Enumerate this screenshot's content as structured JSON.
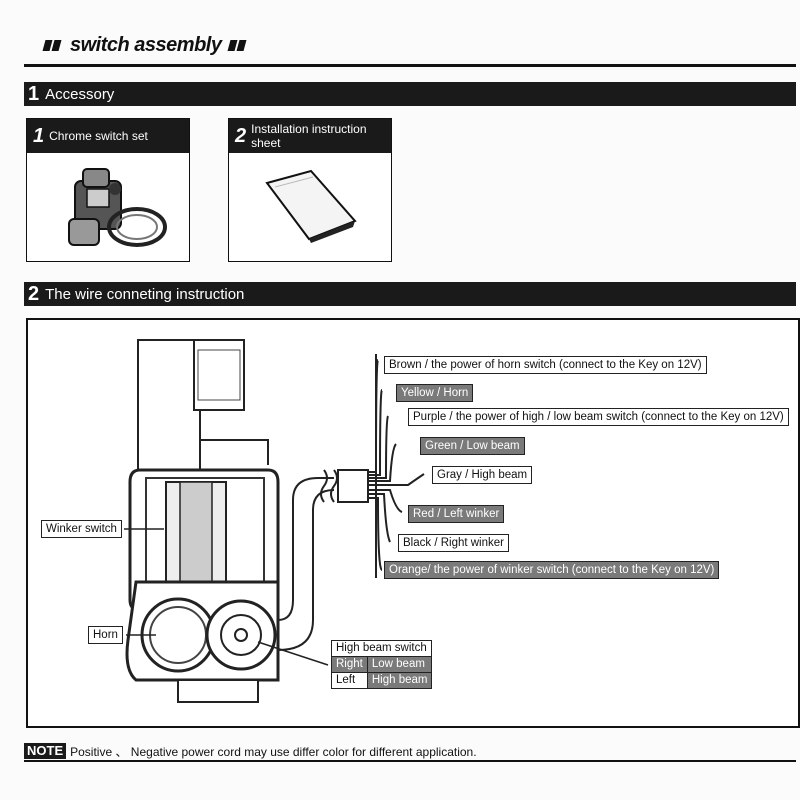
{
  "header": {
    "title": "switch assembly"
  },
  "sections": [
    {
      "num": "1",
      "label": "Accessory"
    },
    {
      "num": "2",
      "label": "The wire conneting instruction"
    }
  ],
  "accessories": [
    {
      "num": "1",
      "label": "Chrome switch set",
      "icon": "switch-photo-icon"
    },
    {
      "num": "2",
      "label": "Installation instruction sheet",
      "icon": "sheet-photo-icon"
    }
  ],
  "wires": [
    {
      "text": "Brown / the power of horn switch (connect to the Key on 12V)",
      "style": "light"
    },
    {
      "text": "Yellow / Horn",
      "style": "dark"
    },
    {
      "text": "Purple / the power of high / low beam switch (connect to the Key on 12V)",
      "style": "light"
    },
    {
      "text": "Green / Low beam",
      "style": "dark"
    },
    {
      "text": "Gray / High beam",
      "style": "light"
    },
    {
      "text": "Red / Left winker",
      "style": "dark"
    },
    {
      "text": "Black / Right winker",
      "style": "light"
    },
    {
      "text": "Orange/ the power of winker switch (connect to the Key on 12V)",
      "style": "dark"
    }
  ],
  "callouts": {
    "winker": "Winker switch",
    "horn": "Horn"
  },
  "high_beam_table": {
    "header": "High beam switch",
    "rows": [
      [
        "Right",
        "Low beam"
      ],
      [
        "Left",
        "High beam"
      ]
    ]
  },
  "note": {
    "tag": "NOTE",
    "text": "Positive 、 Negative power cord may use differ color for different application."
  }
}
